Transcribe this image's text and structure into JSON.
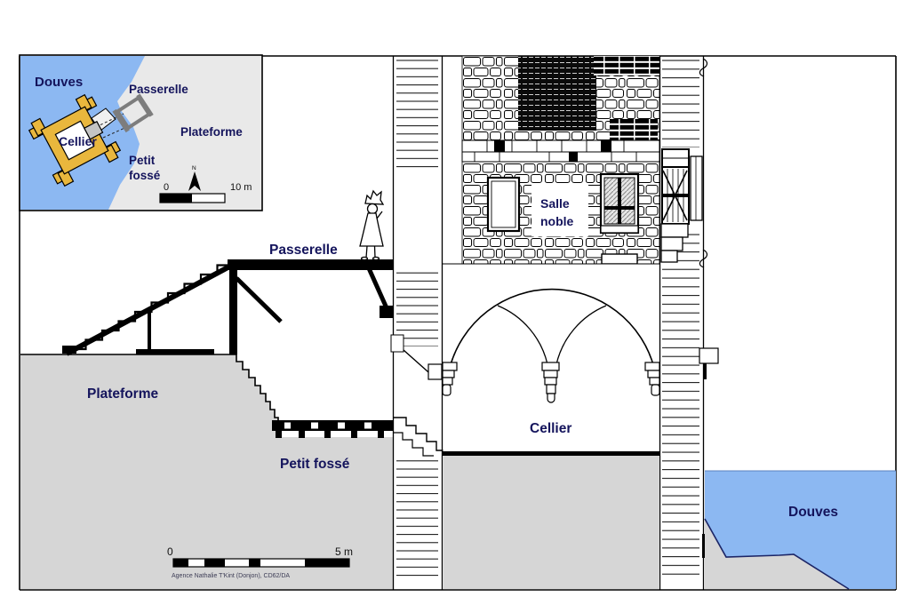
{
  "colors": {
    "water": "#8cb8f2",
    "ground": "#d6d6d6",
    "castle_wall": "#e9b73d",
    "bridge_gray": "#7d7d7d",
    "label_navy": "#14145c",
    "scale_black": "#111111",
    "credit_gray": "#3c3c55"
  },
  "inset": {
    "labels": {
      "douves": "Douves",
      "passerelle": "Passerelle",
      "cellier": "Cellier",
      "plateforme": "Plateforme",
      "petit": "Petit",
      "fosse": "fossé"
    },
    "north": "N",
    "scale": {
      "zero": "0",
      "max": "10 m"
    }
  },
  "section": {
    "labels": {
      "passerelle": "Passerelle",
      "plateforme": "Plateforme",
      "petit_fosse": "Petit fossé",
      "salle": "Salle",
      "noble": "noble",
      "cellier": "Cellier",
      "douves": "Douves"
    },
    "scale": {
      "zero": "0",
      "max": "5 m"
    },
    "credit": "Agence Nathalie T'Kint (Donjon), CD62/DA"
  }
}
